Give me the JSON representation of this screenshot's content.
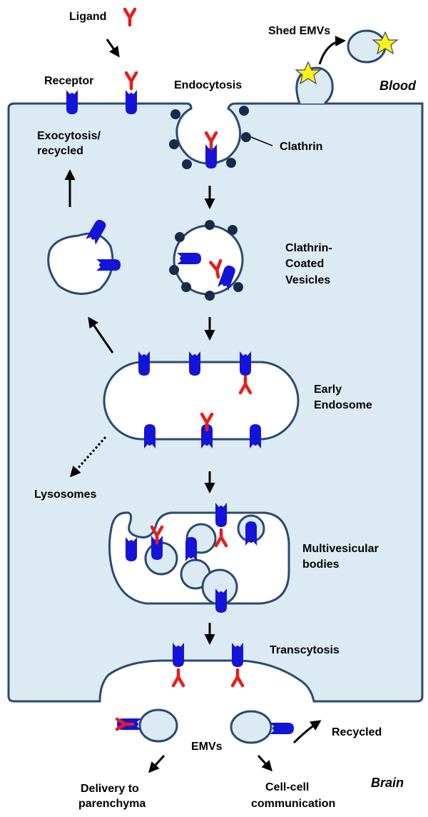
{
  "labels": {
    "ligand": "Ligand",
    "receptor": "Receptor",
    "endocytosis": "Endocytosis",
    "shed_emvs": "Shed EMVs",
    "blood": "Blood",
    "clathrin": "Clathrin",
    "exocytosis_line1": "Exocytosis/",
    "exocytosis_line2": "recycled",
    "ccv_line1": "Clathrin-",
    "ccv_line2": "Coated",
    "ccv_line3": "Vesicles",
    "early_line1": "Early",
    "early_line2": "Endosome",
    "lysosomes": "Lysosomes",
    "mvb_line1": "Multivesicular",
    "mvb_line2": "bodies",
    "transcytosis": "Transcytosis",
    "recycled": "Recycled",
    "emvs": "EMVs",
    "delivery_line1": "Delivery to",
    "delivery_line2": "parenchyma",
    "cellcell_line1": "Cell-cell",
    "cellcell_line2": "communication",
    "brain": "Brain"
  },
  "colors": {
    "cell_fill": "#dcebf3",
    "membrane": "#2c4a6e",
    "receptor": "#1414d8",
    "ligand": "#e81c1c",
    "clathrin_dot": "#172a48",
    "star": "#f7f21a",
    "arrow": "#000000"
  },
  "icons": {
    "ligand": "y-shaped-ligand-icon",
    "receptor": "receptor-icon",
    "clathrin": "clathrin-dot-icon",
    "emv_star": "star-icon"
  }
}
